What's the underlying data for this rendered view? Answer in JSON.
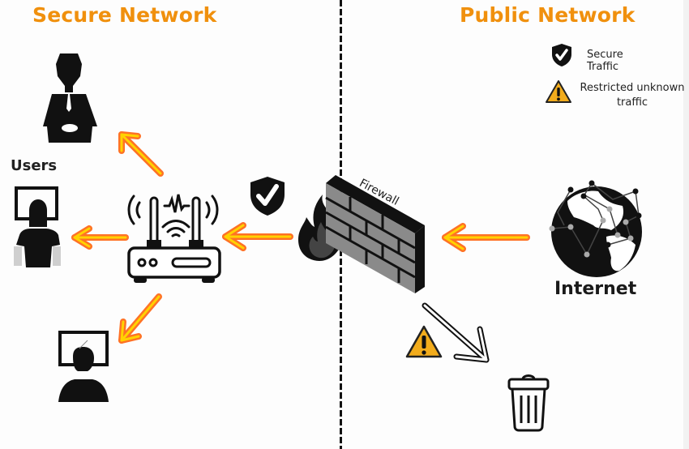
{
  "sections": {
    "secure": {
      "title": "Secure Network"
    },
    "public": {
      "title": "Public Network"
    }
  },
  "legend": {
    "items": [
      {
        "icon": "shield-check-icon",
        "label": "Secure Traffic"
      },
      {
        "icon": "warning-icon",
        "label": "Restricted unknown traffic"
      }
    ]
  },
  "nodes": {
    "users": {
      "label": "Users",
      "icons": [
        "user-desk-icon",
        "user-monitor-icon",
        "user-computer-icon"
      ]
    },
    "router": {
      "icon": "wifi-router-icon"
    },
    "firewall": {
      "label": "Firewall",
      "icon": "firewall-icon"
    },
    "internet": {
      "label": "Internet",
      "icon": "globe-network-icon"
    },
    "trash": {
      "icon": "trash-icon"
    }
  },
  "flows": [
    {
      "from": "internet",
      "to": "firewall",
      "type": "allowed"
    },
    {
      "from": "firewall",
      "to": "router",
      "type": "secure"
    },
    {
      "from": "router",
      "to": "user-1",
      "type": "allowed"
    },
    {
      "from": "router",
      "to": "user-2",
      "type": "allowed"
    },
    {
      "from": "router",
      "to": "user-3",
      "type": "allowed"
    },
    {
      "from": "firewall",
      "to": "trash",
      "type": "restricted"
    }
  ],
  "colors": {
    "accent": "#f0900d",
    "arrow_core": "#ffd200",
    "arrow_glow": "#ff5a00",
    "warning": "#f2ac1c"
  }
}
